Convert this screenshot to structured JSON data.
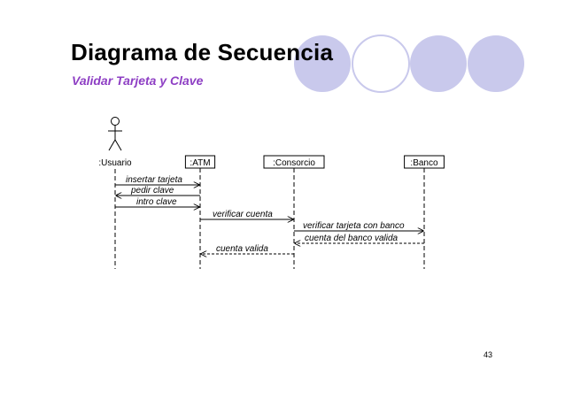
{
  "slide": {
    "title": "Diagrama de Secuencia",
    "subtitle": "Validar Tarjeta y Clave",
    "page_number": "43",
    "title_color": "#000000",
    "subtitle_color": "#8e3fc4",
    "decoration_colors": [
      "#c9c9ec",
      "#ffffff"
    ]
  },
  "diagram": {
    "participants": [
      {
        "id": "usuario",
        "label": ":Usuario",
        "kind": "actor"
      },
      {
        "id": "atm",
        "label": ":ATM",
        "kind": "object"
      },
      {
        "id": "consorcio",
        "label": ":Consorcio",
        "kind": "object"
      },
      {
        "id": "banco",
        "label": ":Banco",
        "kind": "object"
      }
    ],
    "messages": [
      {
        "label": "insertar tarjeta",
        "from": "usuario",
        "to": "atm",
        "type": "call"
      },
      {
        "label": "pedir clave",
        "from": "atm",
        "to": "usuario",
        "type": "call"
      },
      {
        "label": "intro clave",
        "from": "usuario",
        "to": "atm",
        "type": "call"
      },
      {
        "label": "verificar cuenta",
        "from": "atm",
        "to": "consorcio",
        "type": "call"
      },
      {
        "label": "verificar tarjeta con banco",
        "from": "consorcio",
        "to": "banco",
        "type": "call"
      },
      {
        "label": "cuenta del banco valida",
        "from": "banco",
        "to": "consorcio",
        "type": "return"
      },
      {
        "label": "cuenta valida",
        "from": "consorcio",
        "to": "atm",
        "type": "return"
      }
    ]
  }
}
